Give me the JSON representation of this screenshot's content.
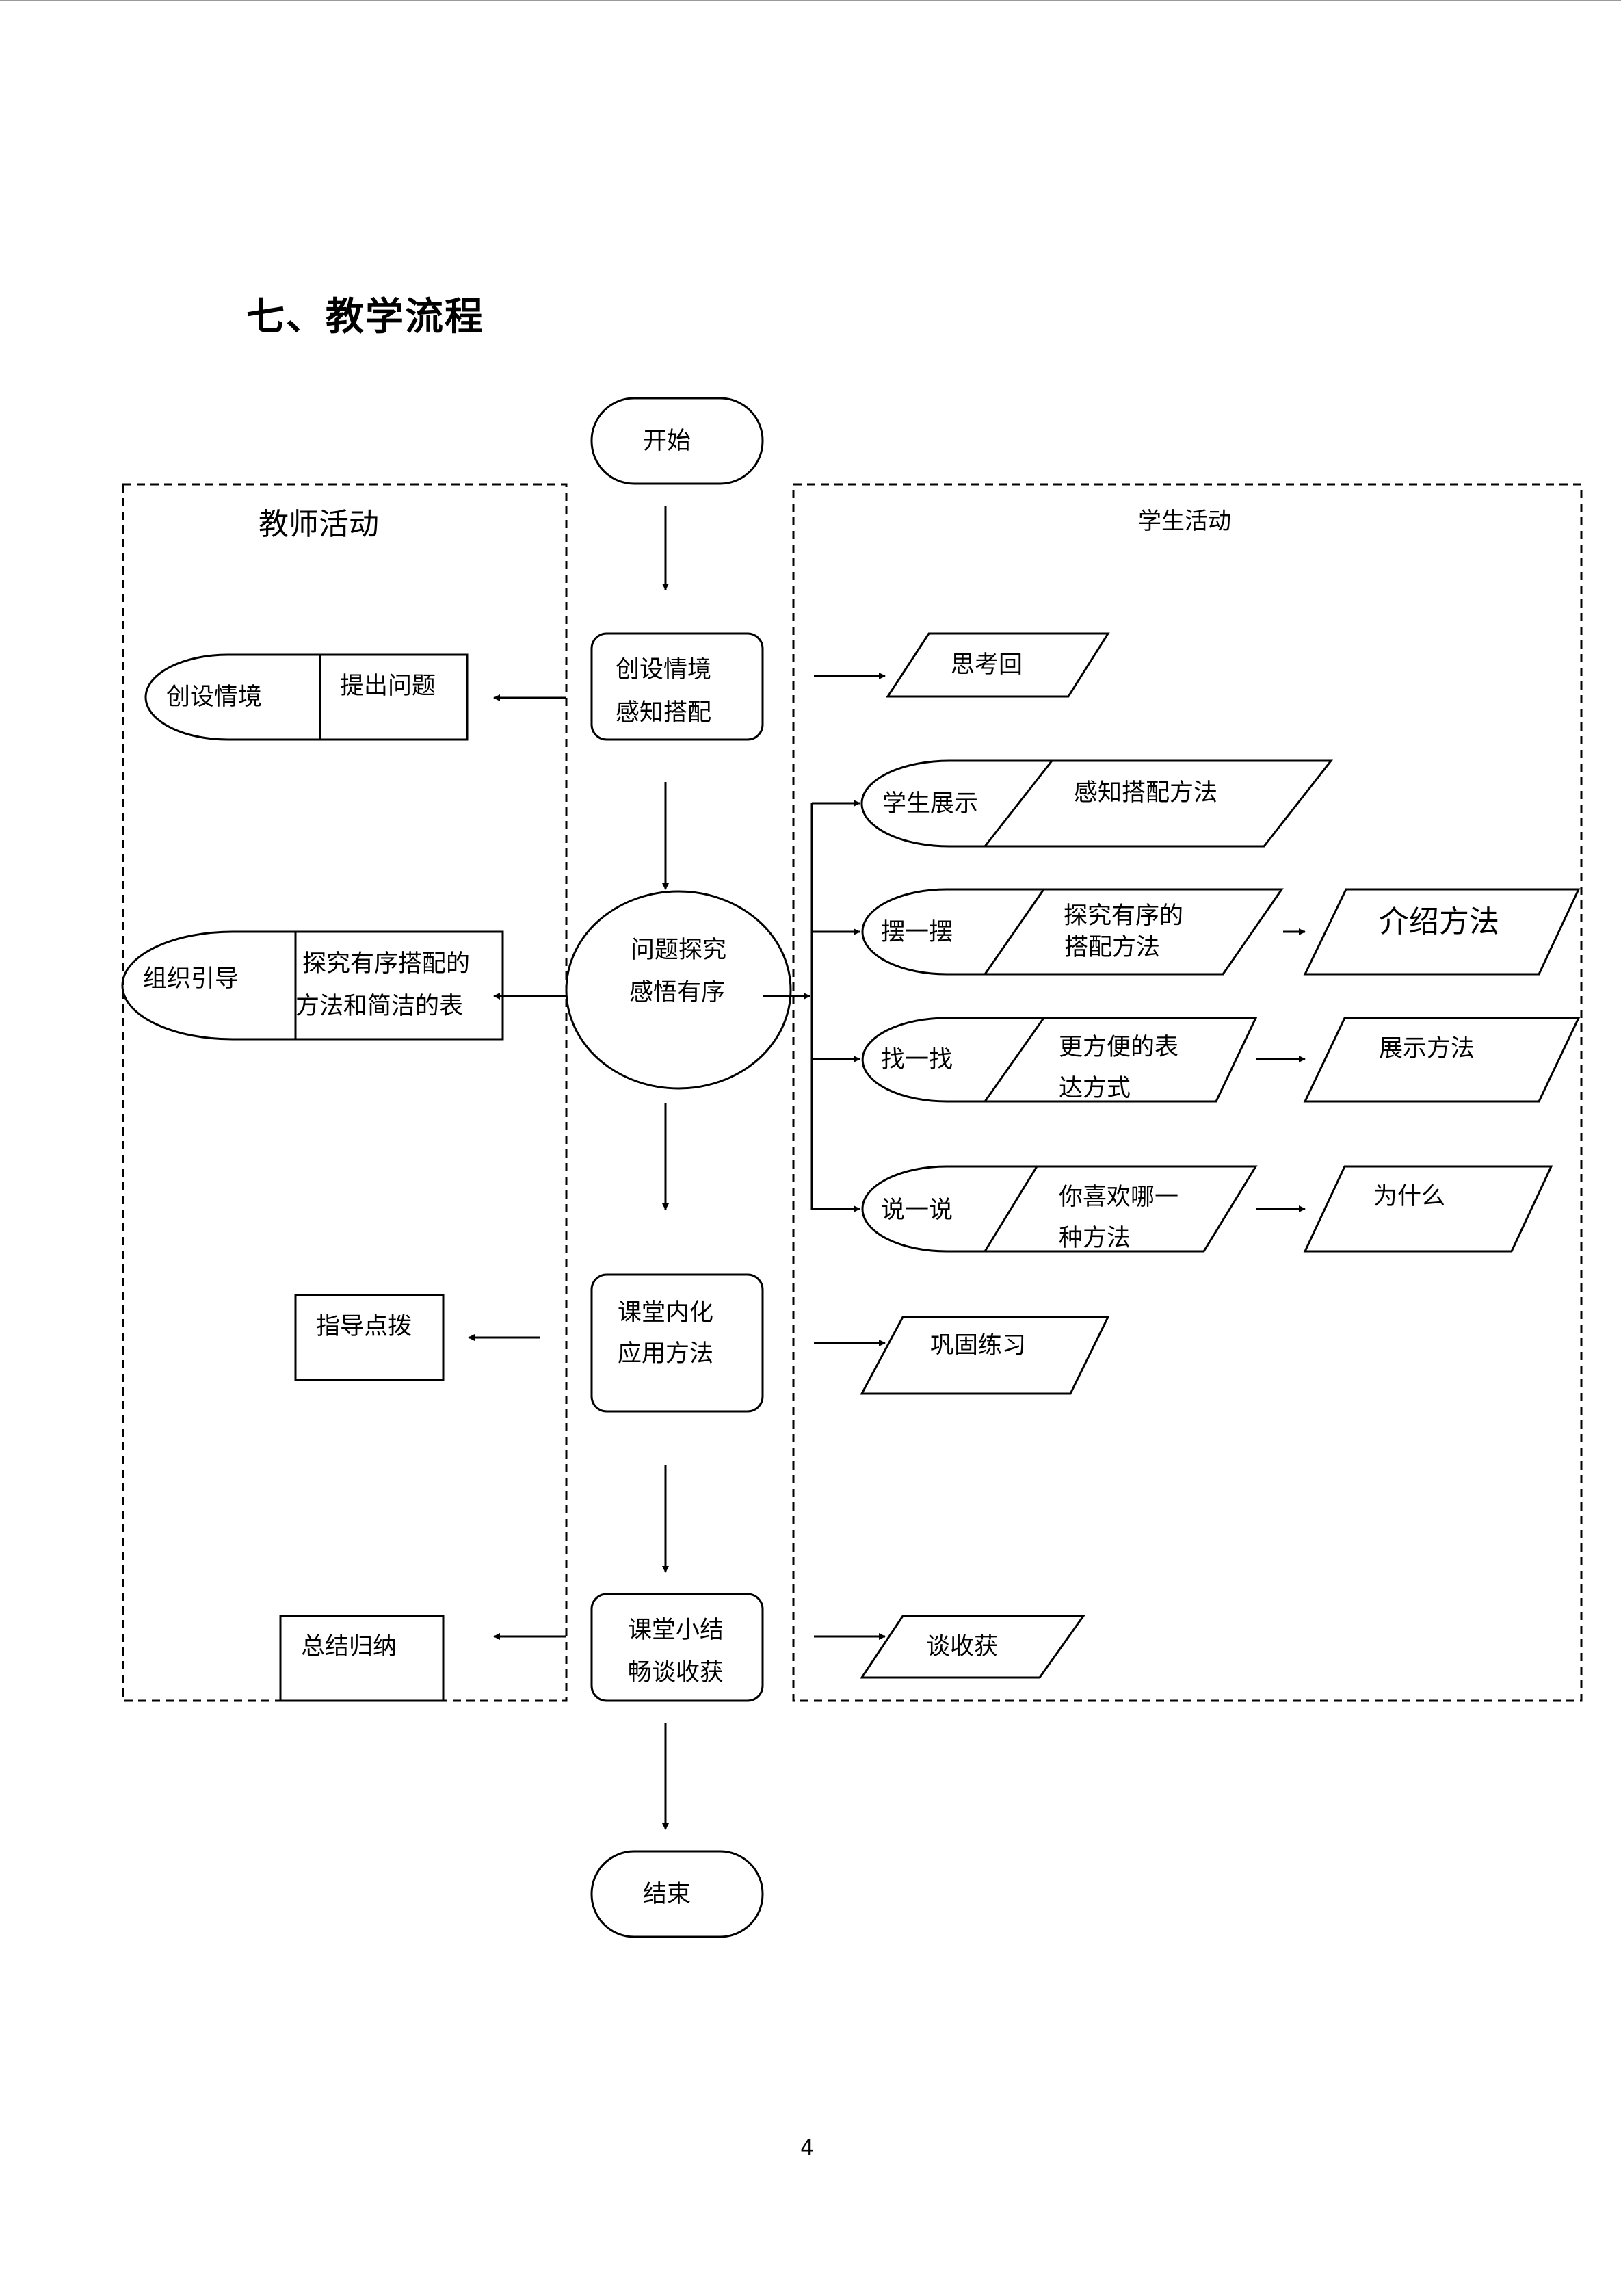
{
  "title": "七、教学流程",
  "lanes": {
    "teacher": "教师活动",
    "student": "学生活动"
  },
  "flow": {
    "start": "开始",
    "step1": [
      "创设情境",
      "感知搭配"
    ],
    "step2": [
      "问题探究",
      "感悟有序"
    ],
    "step3": [
      "课堂内化",
      "应用方法"
    ],
    "step4": [
      "课堂小结",
      "畅谈收获"
    ],
    "end": "结束"
  },
  "teacher": {
    "t1": {
      "a": "创设情境",
      "b": "提出问题"
    },
    "t2": {
      "a": "组织引导",
      "b": [
        "探究有序搭配的",
        "方法和简洁的表"
      ]
    },
    "t3": "指导点拨",
    "t4": "总结归纳"
  },
  "student": {
    "s1": "思考回",
    "s2": {
      "a": "学生展示",
      "b": "感知搭配方法"
    },
    "s3": {
      "a": "摆一摆",
      "b": [
        "探究有序的",
        "搭配方法"
      ],
      "c": "介绍方法"
    },
    "s4": {
      "a": "找一找",
      "b": [
        "更方便的表",
        "达方式"
      ],
      "c": "展示方法"
    },
    "s5": {
      "a": "说一说",
      "b": [
        "你喜欢哪一",
        "种方法"
      ],
      "c": "为什么"
    },
    "s6": "巩固练习",
    "s7": "谈收获"
  },
  "page_number": "4"
}
